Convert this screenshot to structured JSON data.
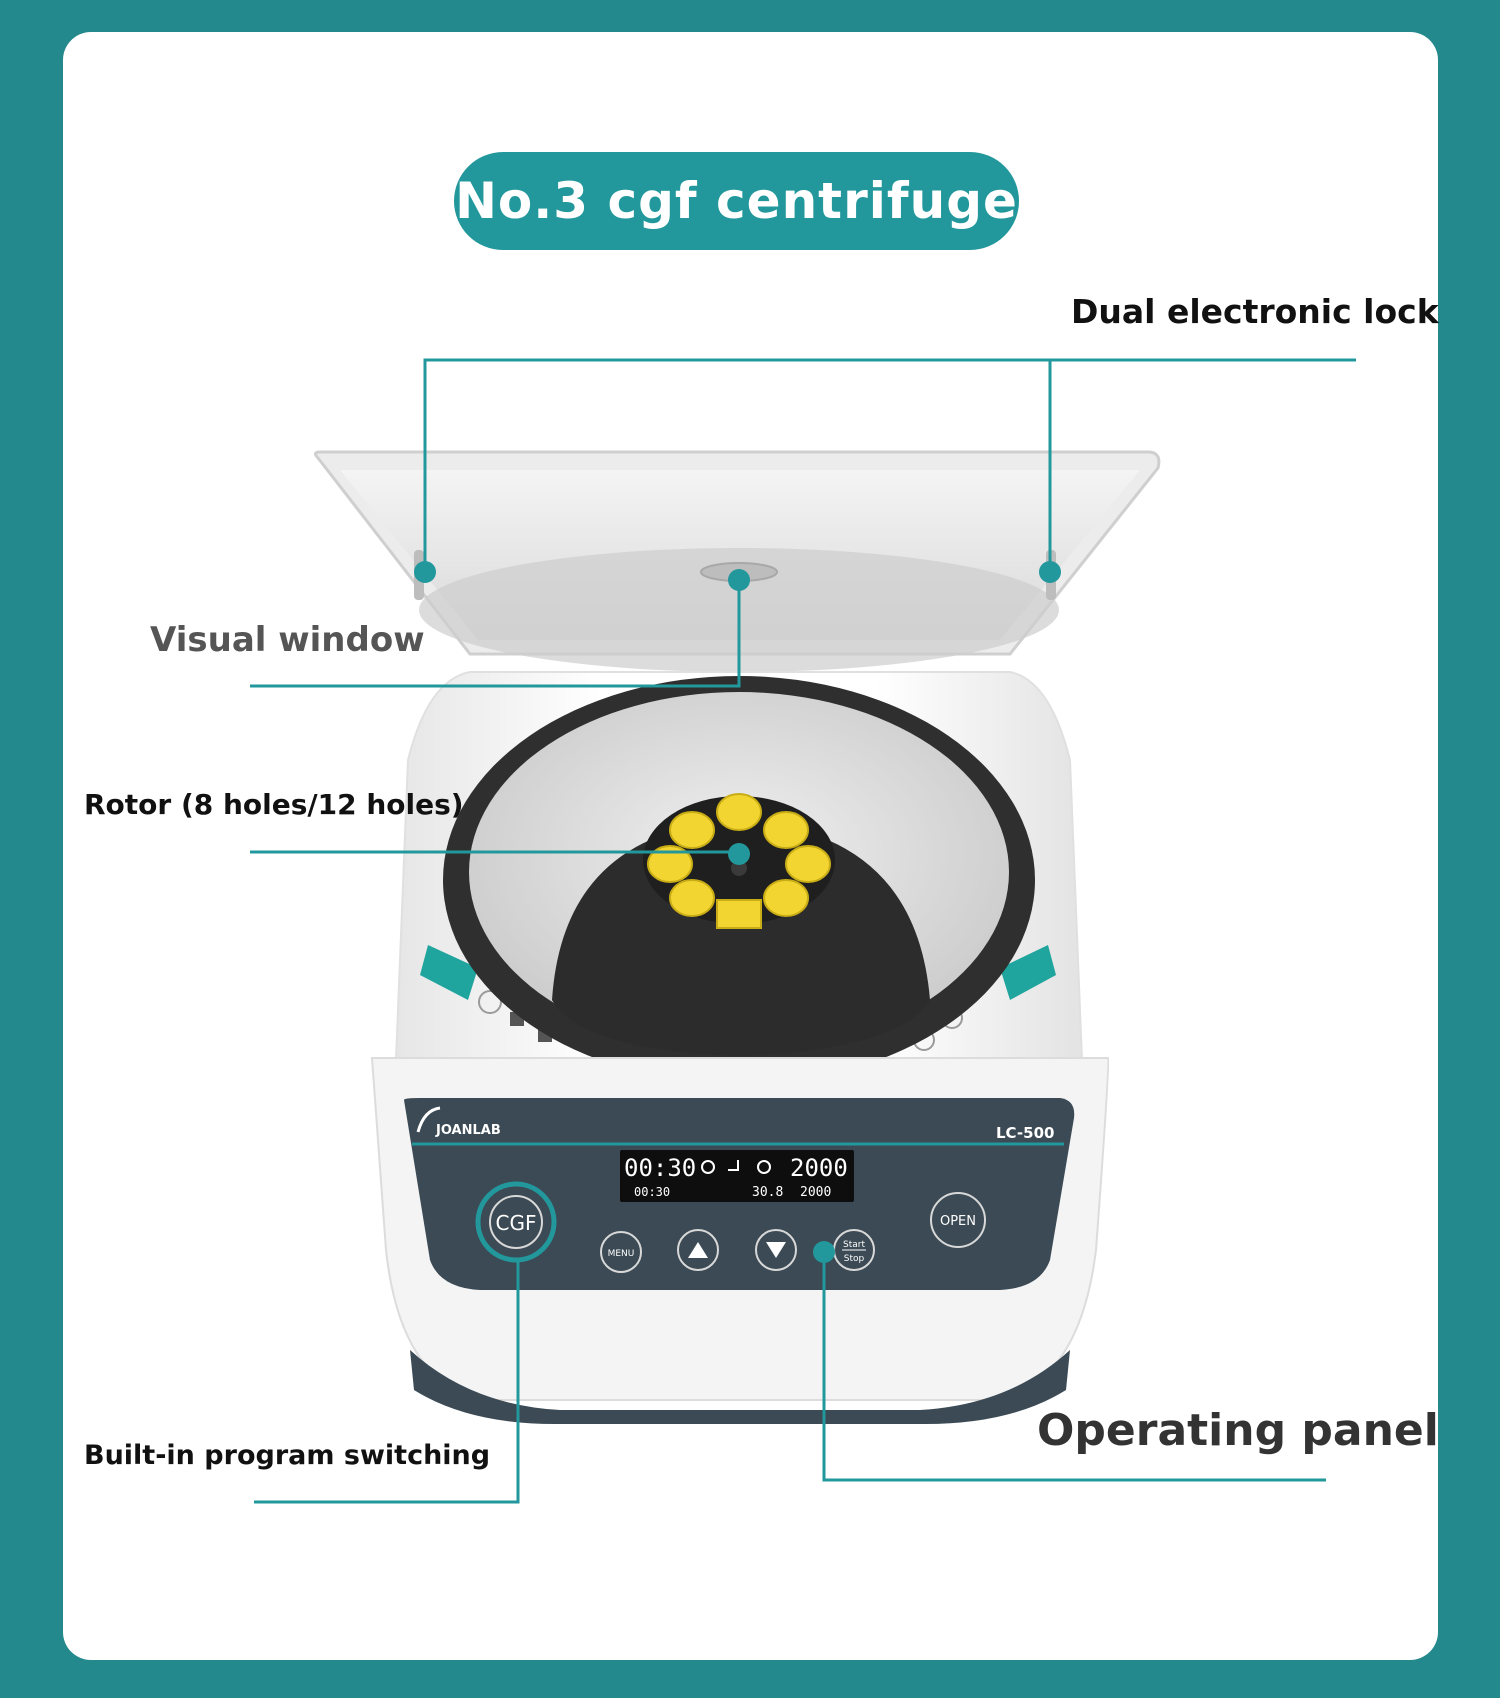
{
  "title": "No.3 cgf centrifuge",
  "callouts": {
    "dual_lock": "Dual electronic lock",
    "visual_window": "Visual window",
    "rotor": "Rotor (8 holes/12 holes)",
    "program_switching": "Built-in program switching",
    "operating_panel": "Operating panel"
  },
  "device": {
    "brand": "JOANLAB",
    "model": "LC-500",
    "display": {
      "time_main": "00:30",
      "speed_main": "2000",
      "time_sub": "00:30",
      "temp_sub": "30.8",
      "speed_sub": "2000"
    },
    "buttons": {
      "cgf": "CGF",
      "menu": "MENU",
      "start": "Start",
      "stop": "Stop",
      "open": "OPEN"
    }
  },
  "colors": {
    "background_teal": "#23898c",
    "accent_teal": "#22989c",
    "panel_dark": "#3b4a54",
    "rotor_yellow": "#f2d530"
  }
}
